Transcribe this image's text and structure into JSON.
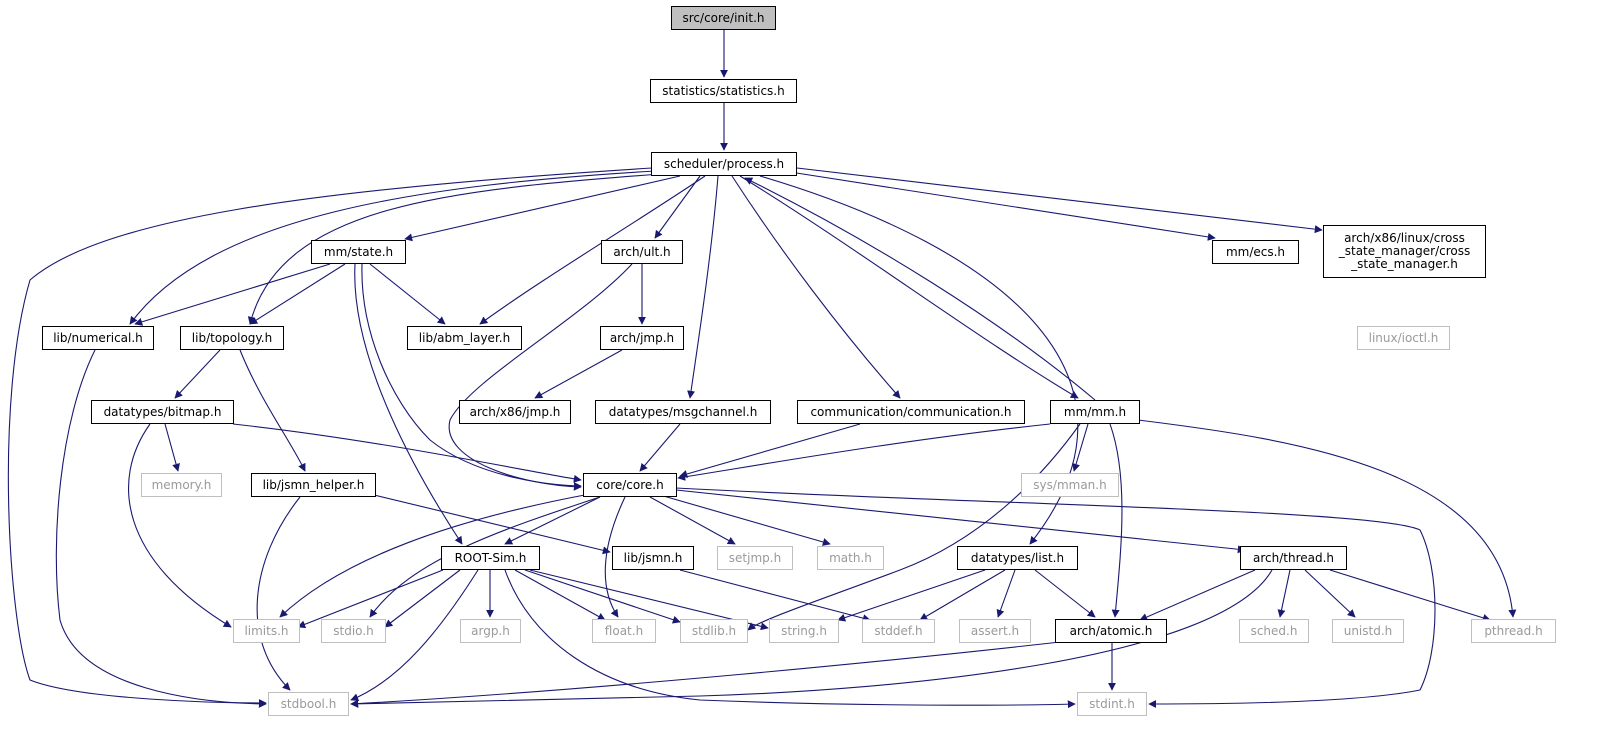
{
  "colors": {
    "edge": "#191970",
    "root_fill": "#bfbfbf",
    "ext_border": "#bfbfbf",
    "node_border": "#000000"
  },
  "nodes": {
    "init": "src/core/init.h",
    "statistics": "statistics/statistics.h",
    "process": "scheduler/process.h",
    "state": "mm/state.h",
    "ult": "arch/ult.h",
    "ecs": "mm/ecs.h",
    "cross": "arch/x86/linux/cross\n_state_manager/cross\n_state_manager.h",
    "numerical": "lib/numerical.h",
    "topology": "lib/topology.h",
    "abm": "lib/abm_layer.h",
    "jmp": "arch/jmp.h",
    "ioctl": "linux/ioctl.h",
    "bitmap": "datatypes/bitmap.h",
    "x86jmp": "arch/x86/jmp.h",
    "msgchannel": "datatypes/msgchannel.h",
    "communication": "communication/communication.h",
    "mm": "mm/mm.h",
    "memory": "memory.h",
    "jsmnhelper": "lib/jsmn_helper.h",
    "core": "core/core.h",
    "sysmman": "sys/mman.h",
    "rootsim": "ROOT-Sim.h",
    "jsmn": "lib/jsmn.h",
    "setjmp": "setjmp.h",
    "math": "math.h",
    "list": "datatypes/list.h",
    "thread": "arch/thread.h",
    "limits": "limits.h",
    "stdio": "stdio.h",
    "argp": "argp.h",
    "float": "float.h",
    "stdlib": "stdlib.h",
    "string": "string.h",
    "stddef": "stddef.h",
    "assert": "assert.h",
    "atomic": "arch/atomic.h",
    "sched": "sched.h",
    "unistd": "unistd.h",
    "pthread": "pthread.h",
    "stdbool": "stdbool.h",
    "stdint": "stdint.h"
  }
}
